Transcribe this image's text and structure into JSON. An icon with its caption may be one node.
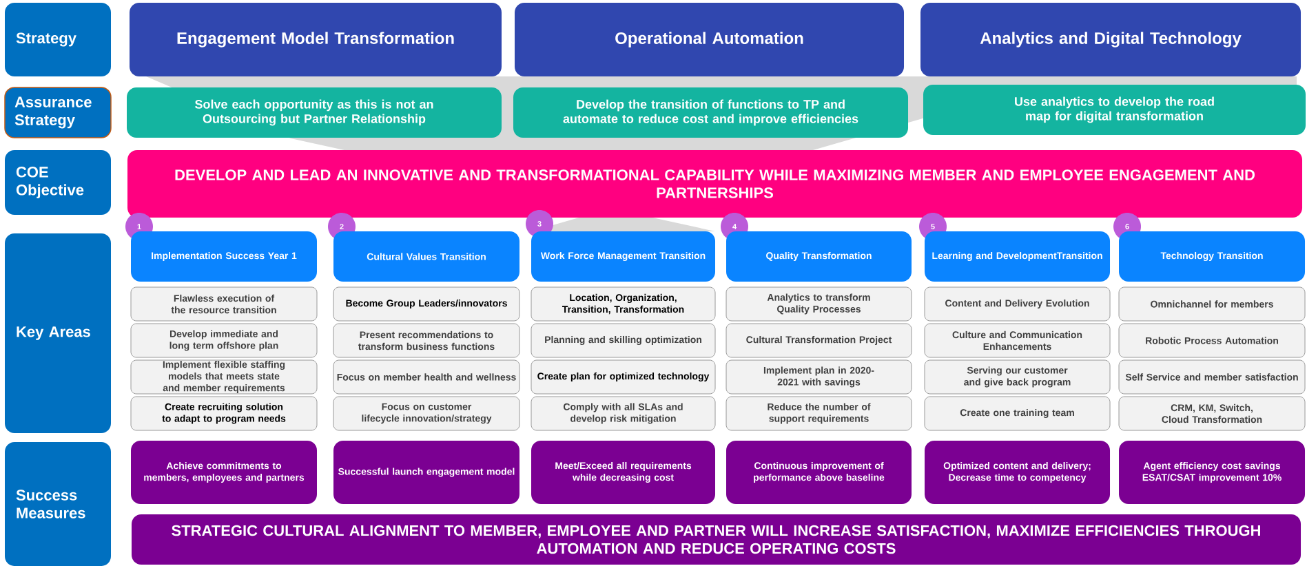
{
  "diagram": {
    "nodes": [
      {
        "text": [
          "Strategy"
        ]
      },
      {
        "text": [
          "Engagement Model Transformation"
        ]
      },
      {
        "text": [
          "Operational Automation"
        ]
      },
      {
        "text": [
          "Analytics and Digital Technology"
        ]
      },
      {
        "text": [
          "Assurance Strategy"
        ]
      },
      {
        "text": [
          "Solve each opportunity as this is not an Outsourcing but Partner Relationship"
        ]
      },
      {
        "text": [
          "Develop the transition of functions to TP and automate to reduce cost and improve efficiencies"
        ]
      },
      {
        "text": [
          "Use analytics to develop the road map for digital transformation"
        ]
      },
      {
        "text": [
          "COE Objective"
        ]
      },
      {
        "text": [
          "DEVELOP AND LEAD AN INNOVATIVE AND TRANSFORMATIONAL CAPABILITY WHILE MAXIMIZING MEMBER AND EMPLOYEE ENGAGEMENT AND PARTNERSHIPS"
        ]
      },
      {
        "text": [
          "Key Areas"
        ]
      },
      {
        "text": [
          "1"
        ]
      },
      {
        "text": [
          "Implementation Success Year 1"
        ]
      },
      {
        "text": [
          "Flawless execution of the resource transition"
        ]
      },
      {
        "text": [
          "Develop immediate and long term offshore plan"
        ]
      },
      {
        "text": [
          "Implement flexible staffing models that meets state and member requirements"
        ]
      },
      {
        "text": [
          "Create recruiting solution to adapt to program needs"
        ]
      },
      {
        "text": [
          "2"
        ]
      },
      {
        "text": [
          "Cultural Values Transition"
        ]
      },
      {
        "text": [
          "Become Group Leaders/innovators"
        ]
      },
      {
        "text": [
          "Present recommendations to transform business functions"
        ]
      },
      {
        "text": [
          "Focus on member health and wellness"
        ]
      },
      {
        "text": [
          "Focus on customer lifecycle innovation/strategy"
        ]
      },
      {
        "text": [
          "3"
        ]
      },
      {
        "text": [
          "Work Force Management Transition"
        ]
      },
      {
        "text": [
          "Location, Organization, Transition, Transformation"
        ]
      },
      {
        "text": [
          "Planning and skilling optimization"
        ]
      },
      {
        "text": [
          "Create plan for optimized technology"
        ]
      },
      {
        "text": [
          "Comply with all SLAs and develop risk mitigation"
        ]
      },
      {
        "text": [
          "4"
        ]
      },
      {
        "text": [
          "Quality Transformation"
        ]
      },
      {
        "text": [
          "Analytics to transform Quality Processes"
        ]
      },
      {
        "text": [
          "Cultural  Transformation Project"
        ]
      },
      {
        "text": [
          "Implement plan in 2020-2021 with savings"
        ]
      },
      {
        "text": [
          "Reduce the number of support requirements"
        ]
      },
      {
        "text": [
          "5"
        ]
      },
      {
        "text": [
          "Learning and DevelopmentTransition"
        ]
      },
      {
        "text": [
          "Content and Delivery Evolution"
        ]
      },
      {
        "text": [
          "Culture and Communication Enhancements"
        ]
      },
      {
        "text": [
          "Serving our customer and give back program"
        ]
      },
      {
        "text": [
          "Create one training team"
        ]
      },
      {
        "text": [
          "6"
        ]
      },
      {
        "text": [
          "Technology Transition"
        ]
      },
      {
        "text": [
          "Omnichannel for members"
        ]
      },
      {
        "text": [
          "Robotic Process Automation"
        ]
      },
      {
        "text": [
          "Self Service and member satisfaction"
        ]
      },
      {
        "text": [
          "CRM, KM, Switch, Cloud Transformation"
        ]
      },
      {
        "text": [
          "Success Measures"
        ]
      },
      {
        "text": [
          "Achieve commitments to members, employees and partners"
        ]
      },
      {
        "text": [
          "Successful launch engagement model"
        ]
      },
      {
        "text": [
          "Meet/Exceed all requirements  while decreasing  cost"
        ]
      },
      {
        "text": [
          "Continuous improvement of performance above baseline"
        ]
      },
      {
        "text": [
          "Optimized content and delivery; Decrease time to competency"
        ]
      },
      {
        "text": [
          "Agent efficiency cost savings ESAT/CSAT improvement 10%"
        ]
      },
      {
        "text": [
          "STRATEGIC CULTURAL ALIGNMENT TO MEMBER, EMPLOYEE AND PARTNER WILL INCREASE SATISFACTION, MAXIMIZE EFFICIENCIES THROUGH AUTOMATION AND REDUCE OPERATING COSTS"
        ]
      }
    ],
    "edges": [
      {
        "from": 2,
        "to": 24,
        "arrow": "none"
      }
    ]
  }
}
